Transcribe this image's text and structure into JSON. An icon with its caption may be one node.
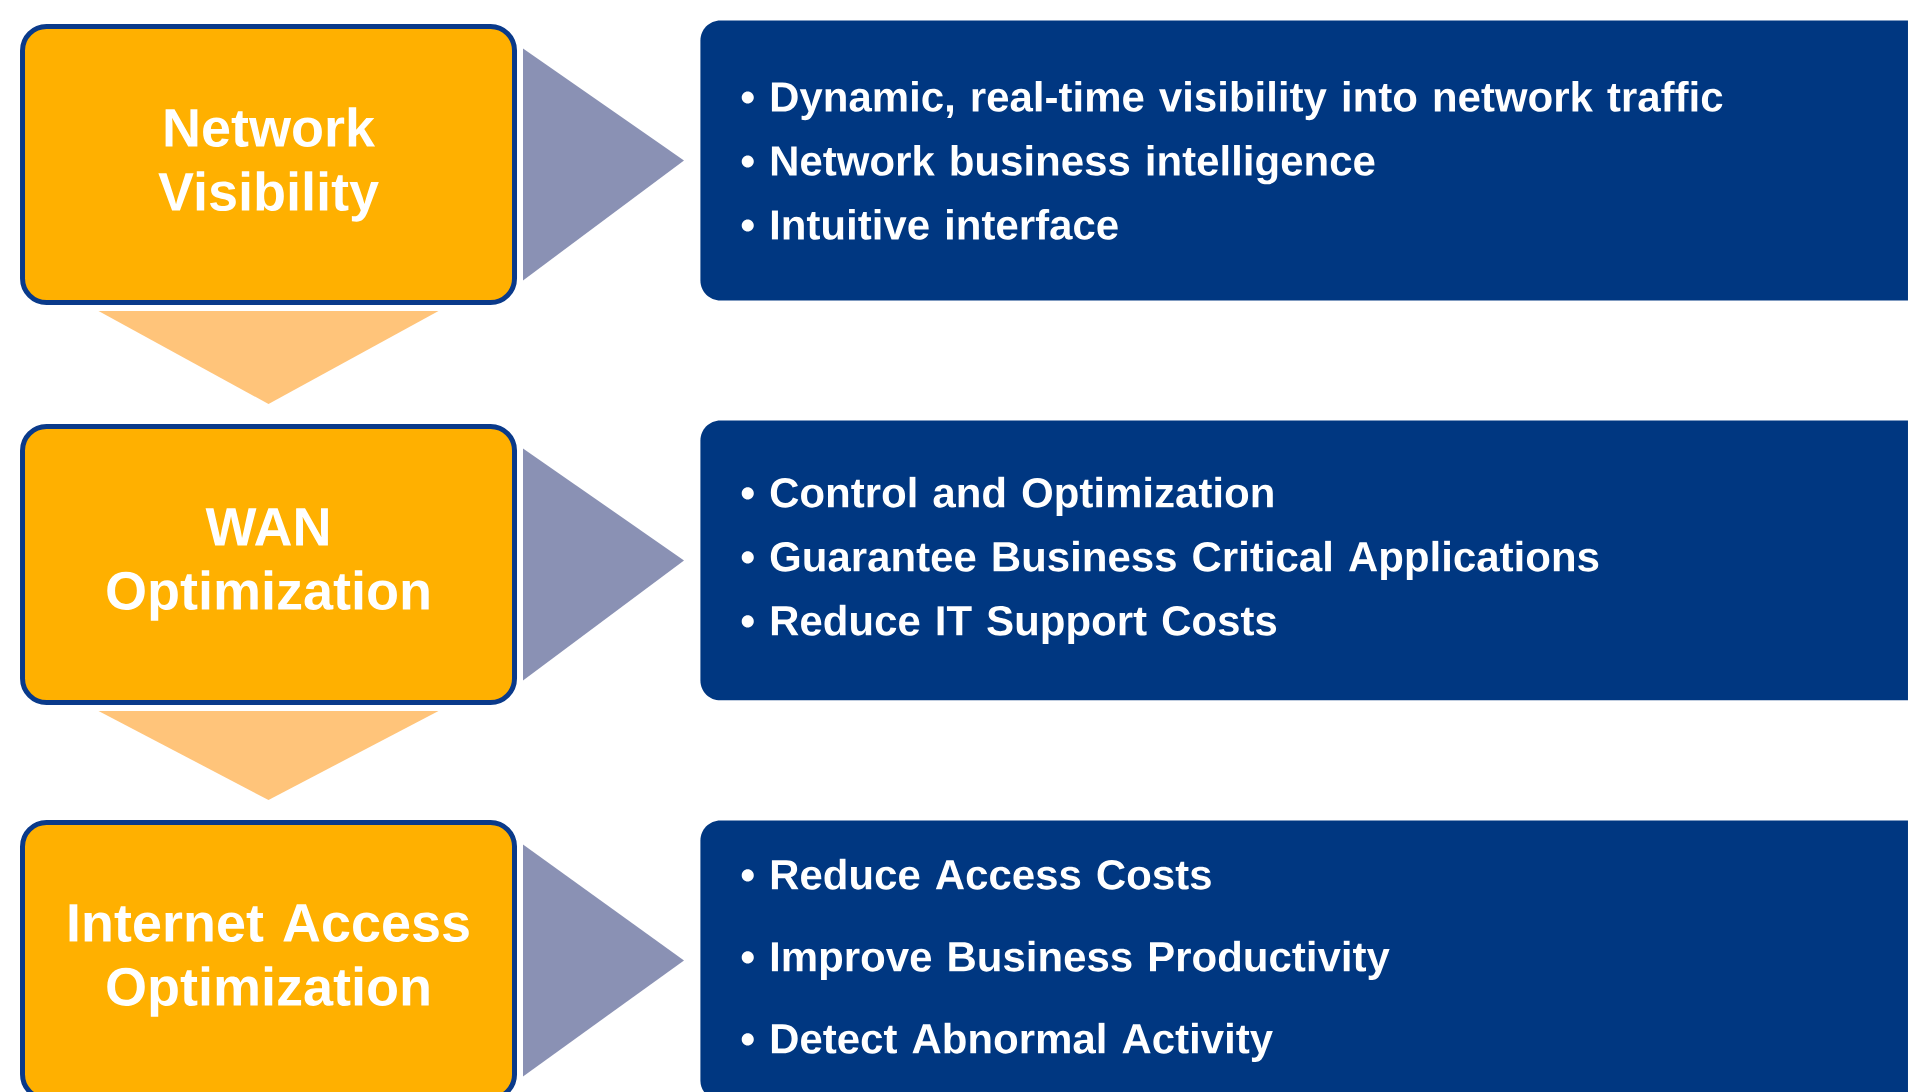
{
  "diagram": {
    "nodes": [
      {
        "text": [
          "Network Visibility"
        ]
      },
      {
        "text": [
          "• Dynamic, real-time visibility into network traffic",
          "• Network business intelligence",
          "• Intuitive interface"
        ]
      },
      {
        "text": [
          "WAN Optimization"
        ]
      },
      {
        "text": [
          "• Control and Optimization",
          "• Guarantee Business Critical Applications",
          "• Reduce IT Support Costs"
        ]
      },
      {
        "text": [
          "Internet Access Optimization"
        ]
      },
      {
        "text": [
          "• Reduce Access Costs",
          "• Improve Business Productivity",
          "• Detect Abnormal Activity"
        ]
      }
    ],
    "edges": [
      {
        "from": 0,
        "to": 1,
        "arrow": "to"
      },
      {
        "from": 0,
        "to": 2,
        "arrow": "to"
      },
      {
        "from": 2,
        "to": 3,
        "arrow": "to"
      },
      {
        "from": 2,
        "to": 4,
        "arrow": "to"
      },
      {
        "from": 4,
        "to": 5,
        "arrow": "to"
      }
    ]
  }
}
